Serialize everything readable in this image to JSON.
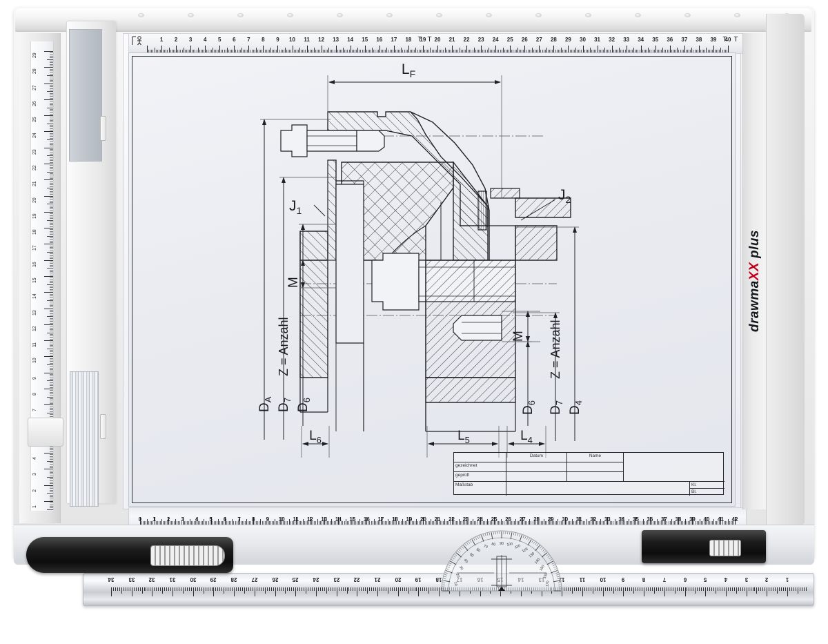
{
  "product": {
    "brand_prefix": "drawma",
    "brand_accent": "XX",
    "brand_suffix": " plus",
    "accent_color": "#c2001b"
  },
  "top_ruler": {
    "unit": "cm",
    "min": 0,
    "max": 40,
    "labels": [
      1,
      2,
      3,
      4,
      5,
      6,
      7,
      8,
      9,
      10,
      11,
      12,
      13,
      14,
      15,
      16,
      17,
      18,
      19,
      20,
      21,
      22,
      23,
      24,
      25,
      26,
      27,
      28,
      29,
      30,
      31,
      32,
      33,
      34,
      35,
      36,
      37,
      38,
      39,
      40
    ],
    "pin_marks": [
      "T",
      "T",
      "T",
      "T"
    ]
  },
  "bottom_ruler": {
    "unit": "cm",
    "min": 0,
    "max": 42,
    "labels": [
      0,
      1,
      2,
      3,
      4,
      5,
      6,
      7,
      8,
      9,
      10,
      11,
      12,
      13,
      14,
      15,
      16,
      17,
      18,
      19,
      20,
      21,
      22,
      23,
      24,
      25,
      26,
      27,
      28,
      29,
      30,
      31,
      32,
      33,
      34,
      35,
      36,
      37,
      38,
      39,
      40,
      41,
      42
    ]
  },
  "left_ruler": {
    "unit": "cm",
    "orientation": "vertical-descending",
    "top_value": 29,
    "bottom_value": 1,
    "labels": [
      29,
      28,
      27,
      26,
      25,
      24,
      23,
      22,
      21,
      20,
      19,
      18,
      17,
      16,
      15,
      14,
      13,
      12,
      11,
      10,
      9,
      8,
      7,
      6,
      5,
      4,
      3,
      2,
      1
    ]
  },
  "parallel_bar_ruler": {
    "unit": "cm",
    "orientation": "inverted",
    "labels": [
      34,
      33,
      32,
      31,
      30,
      29,
      28,
      27,
      26,
      25,
      24,
      23,
      22,
      21,
      20,
      19,
      18,
      17,
      16,
      15,
      14,
      13,
      12,
      11,
      10,
      9,
      8,
      7,
      6,
      5,
      4,
      3,
      2,
      1
    ]
  },
  "protractor": {
    "type": "semicircle",
    "range_start": 0,
    "range_end": 180,
    "major_labels": [
      10,
      20,
      30,
      40,
      50,
      60,
      70,
      80,
      90,
      100,
      110,
      120,
      130,
      140,
      150,
      160,
      170
    ],
    "center_mark": "0"
  },
  "drawing": {
    "type": "mechanical-cross-section",
    "dimension_labels": [
      {
        "id": "LF",
        "text": "L",
        "sub": "F",
        "position": "top",
        "kind": "horizontal"
      },
      {
        "id": "L6",
        "text": "L",
        "sub": "6",
        "position": "bottom-left",
        "kind": "horizontal"
      },
      {
        "id": "L5",
        "text": "L",
        "sub": "5",
        "position": "bottom-right",
        "kind": "horizontal"
      },
      {
        "id": "L4",
        "text": "L",
        "sub": "4",
        "position": "bottom-right",
        "kind": "horizontal"
      },
      {
        "id": "DA",
        "text": "D",
        "sub": "A",
        "position": "left",
        "kind": "vertical"
      },
      {
        "id": "D7L",
        "text": "D",
        "sub": "7",
        "position": "left",
        "kind": "vertical"
      },
      {
        "id": "D6L",
        "text": "D",
        "sub": "6",
        "position": "left",
        "kind": "vertical"
      },
      {
        "id": "D4",
        "text": "D",
        "sub": "4",
        "position": "right",
        "kind": "vertical"
      },
      {
        "id": "D7R",
        "text": "D",
        "sub": "7",
        "position": "right",
        "kind": "vertical"
      },
      {
        "id": "D6R",
        "text": "D",
        "sub": "6",
        "position": "right",
        "kind": "vertical"
      },
      {
        "id": "ML",
        "text": "M",
        "sub": "",
        "position": "left",
        "kind": "vertical"
      },
      {
        "id": "MR",
        "text": "M",
        "sub": "",
        "position": "right",
        "kind": "vertical"
      },
      {
        "id": "J1",
        "text": "J",
        "sub": "1",
        "position": "left-leader",
        "kind": "leader"
      },
      {
        "id": "J2",
        "text": "J",
        "sub": "2",
        "position": "right-leader",
        "kind": "leader"
      }
    ],
    "annotations": [
      {
        "id": "anzahl_left",
        "text": "Z = Anzahl"
      },
      {
        "id": "anzahl_right",
        "text": "Z = Anzahl"
      }
    ]
  },
  "title_block": {
    "col_headers": [
      "",
      "Datum",
      "Name"
    ],
    "rows": [
      {
        "label": "gezeichnet",
        "datum": "",
        "name": ""
      },
      {
        "label": "geprüft",
        "datum": "",
        "name": ""
      }
    ],
    "scale_label": "Maßstab",
    "scale_value": "",
    "side_fields": [
      {
        "label": "Kl.",
        "value": ""
      },
      {
        "label": "Bl.",
        "value": ""
      }
    ]
  },
  "colors": {
    "paper": "#e9ebf1",
    "ink": "#1e2127",
    "board_body": "#eeeeee",
    "handle": "#141414"
  }
}
